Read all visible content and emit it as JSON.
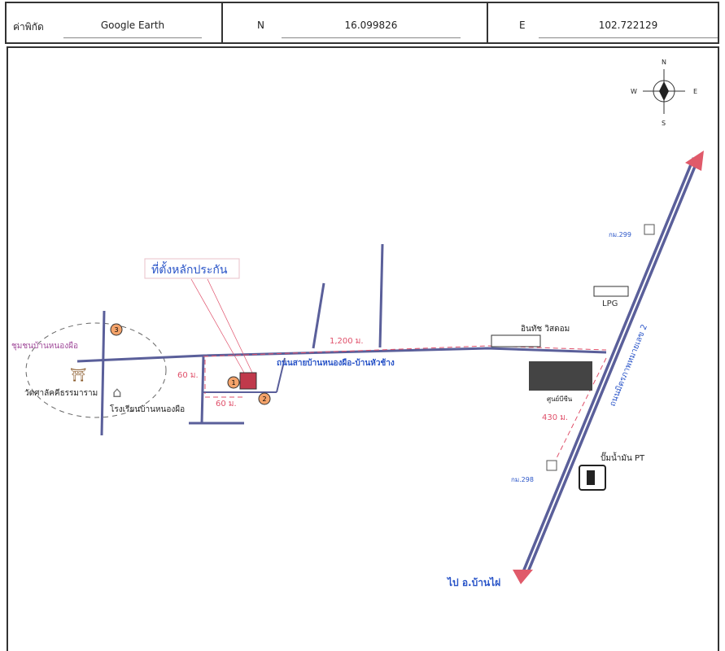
{
  "header": {
    "coord_label": "ค่าพิกัด",
    "source": "Google Earth",
    "n_label": "N",
    "n_value": "16.099826",
    "e_label": "E",
    "e_value": "102.722129"
  },
  "map": {
    "compass": {
      "n": "N",
      "s": "S",
      "e": "E",
      "w": "W"
    },
    "collateral_label": "ที่ตั้งหลักประกัน",
    "community": "ชุมชนบ้านหนองผือ",
    "temple": "วัดศาลัคคีธรรมาราม",
    "school": "โรงเรียนบ้านหนองผือ",
    "dist_60a": "60 ม.",
    "dist_60b": "60 ม.",
    "dist_1200": "1,200 ม.",
    "dist_430": "430 ม.",
    "local_road": "ถนนสายบ้านหนองผือ-บ้านหัวช้าง",
    "highway": "ถนนมิตรภาพหมายเลข 2",
    "shop": "อินทัช วิสดอม",
    "center": "ศูนย์บีซีน",
    "lpg": "LPG",
    "km299": "กม.299",
    "km298": "กม.298",
    "gas_station": "ปั๊มน้ำมัน PT",
    "to_banphai": "ไป อ.บ้านไผ่",
    "markers": [
      "1",
      "2",
      "3"
    ]
  },
  "colors": {
    "road": "#5a5f9a",
    "distance": "#e0506a",
    "label_blue": "#2a55c8",
    "marker": "#f4a36a"
  }
}
